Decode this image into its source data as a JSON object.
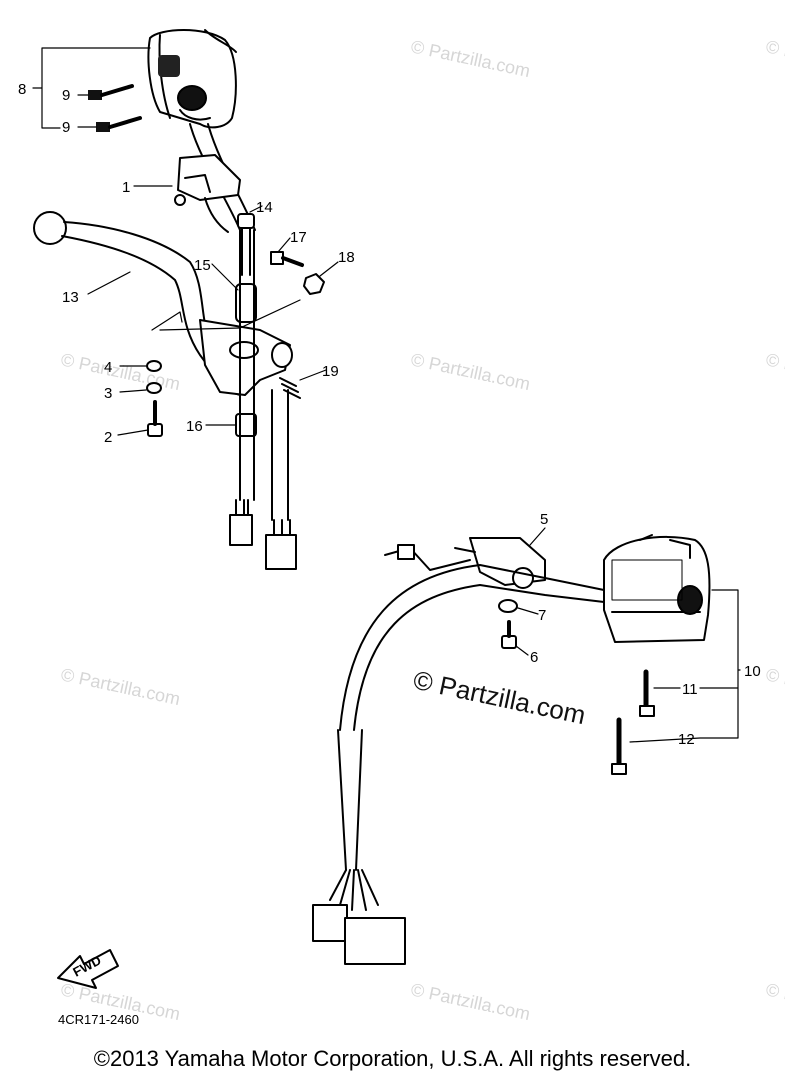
{
  "watermarks": {
    "small": "© Partzilla.com",
    "center": "© Partzilla.com"
  },
  "part_labels": {
    "p1": "1",
    "p2": "2",
    "p3": "3",
    "p4": "4",
    "p5": "5",
    "p6": "6",
    "p7": "7",
    "p8": "8",
    "p9a": "9",
    "p9b": "9",
    "p10": "10",
    "p11": "11",
    "p12": "12",
    "p13": "13",
    "p14": "14",
    "p15": "15",
    "p16": "16",
    "p17": "17",
    "p18": "18",
    "p19": "19"
  },
  "fwd_arrow_label": "FWD",
  "diagram_code": "4CR171-2460",
  "copyright": "©2013 Yamaha Motor Corporation, U.S.A. All rights reserved."
}
